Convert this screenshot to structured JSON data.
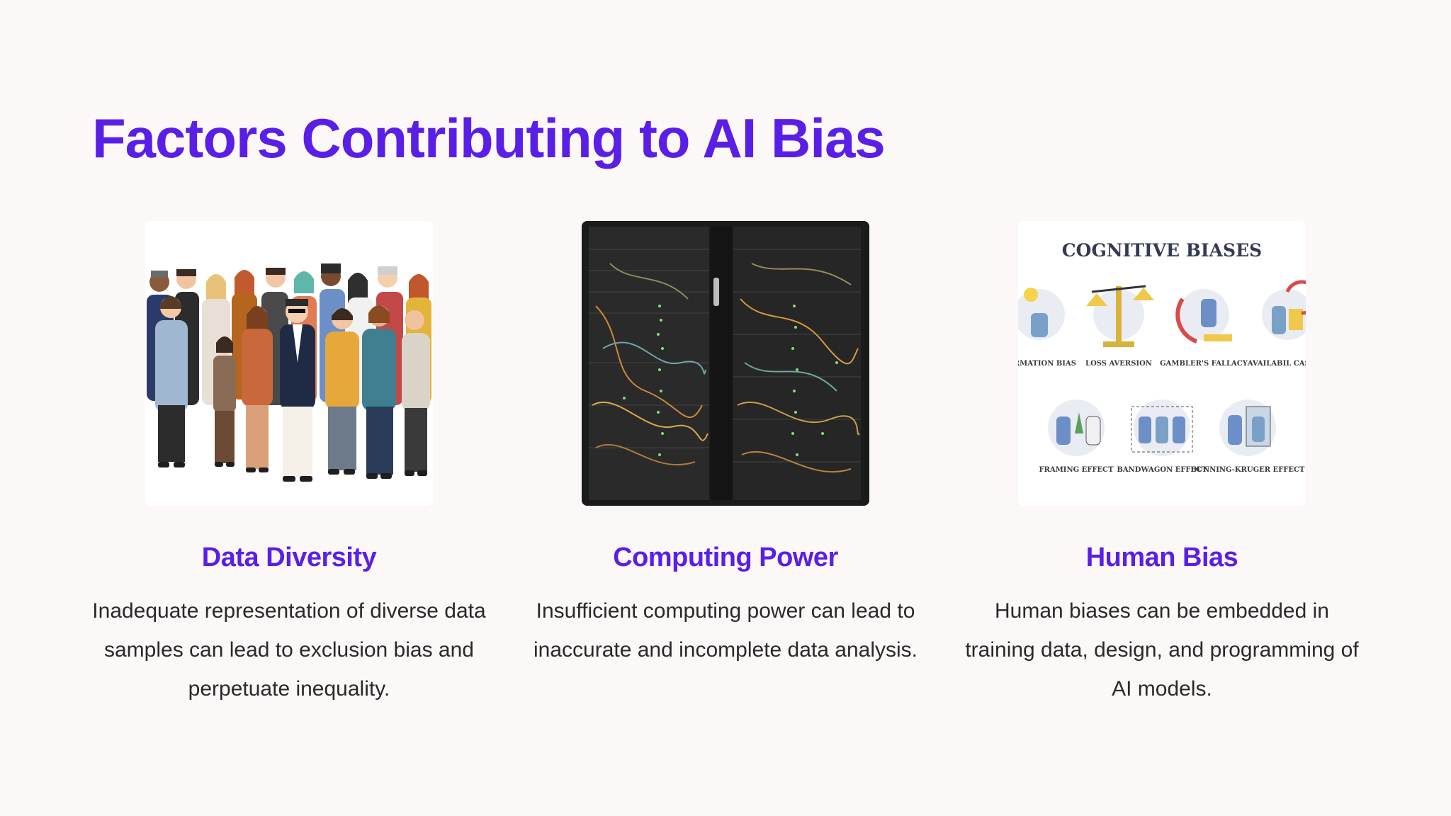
{
  "slide": {
    "title": "Factors Contributing to AI Bias"
  },
  "cards": [
    {
      "title": "Data Diversity",
      "description": "Inadequate representation of diverse data samples can lead to exclusion bias and perpetuate inequality.",
      "image": "diverse-crowd-illustration"
    },
    {
      "title": "Computing Power",
      "description": "Insufficient computing power can lead to inaccurate and incomplete data analysis.",
      "image": "server-rack-photo"
    },
    {
      "title": "Human Bias",
      "description": "Human biases can be embedded in training data, design, and programming of AI models.",
      "image": "cognitive-biases-infographic",
      "infographic": {
        "heading": "COGNITIVE BIASES",
        "row1": [
          "FIRMATION BIAS",
          "LOSS AVERSION",
          "GAMBLER'S FALLACY",
          "AVAILABIL CASCAD"
        ],
        "row2": [
          "FRAMING EFFECT",
          "BANDWAGON EFFECT",
          "DUNNING-KRUGER EFFECT"
        ]
      }
    }
  ],
  "colors": {
    "accent": "#5a1fe6",
    "background": "#fdf8f8",
    "body_text": "#2a2a2a"
  }
}
